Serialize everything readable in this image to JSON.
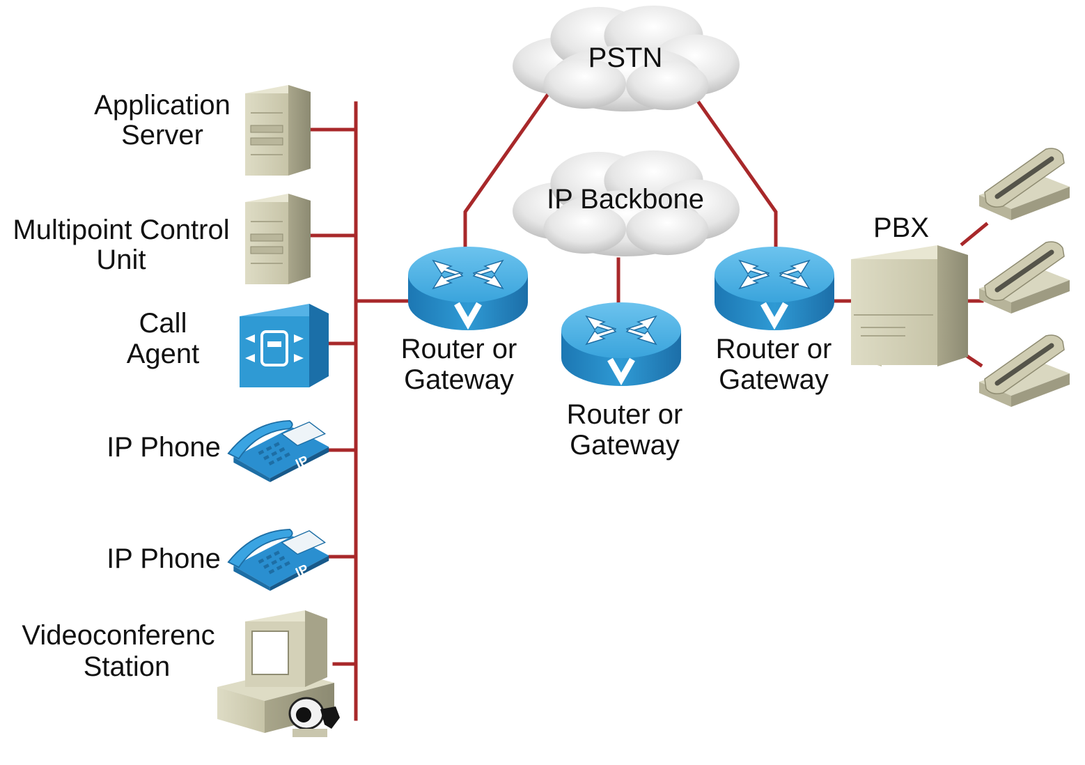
{
  "clouds": {
    "pstn": "PSTN",
    "backbone": "IP Backbone"
  },
  "lan": {
    "app_server": [
      "Application",
      "Server"
    ],
    "mcu": [
      "Multipoint Control",
      "Unit"
    ],
    "call_agent": [
      "Call",
      "Agent"
    ],
    "ip_phone_1": "IP Phone",
    "ip_phone_2": "IP Phone",
    "video_station": [
      "Videoconferenc",
      "Station"
    ]
  },
  "routers": {
    "left": [
      "Router or",
      "Gateway"
    ],
    "center": [
      "Router or",
      "Gateway"
    ],
    "right": [
      "Router or",
      "Gateway"
    ]
  },
  "pbx": {
    "label": "PBX"
  },
  "icons": {
    "server": "server-tower-icon",
    "call_agent": "call-agent-icon",
    "ip_phone": "ip-phone-icon",
    "router": "voice-router-icon",
    "cloud": "cloud-icon",
    "pbx": "pbx-icon",
    "handset": "analog-phone-icon",
    "workstation": "video-workstation-icon"
  },
  "colors": {
    "link": "#a8282a",
    "router_blue": "#2f9ad4",
    "ip_phone_blue": "#2a8fd0",
    "beige": "#cfccb2"
  }
}
